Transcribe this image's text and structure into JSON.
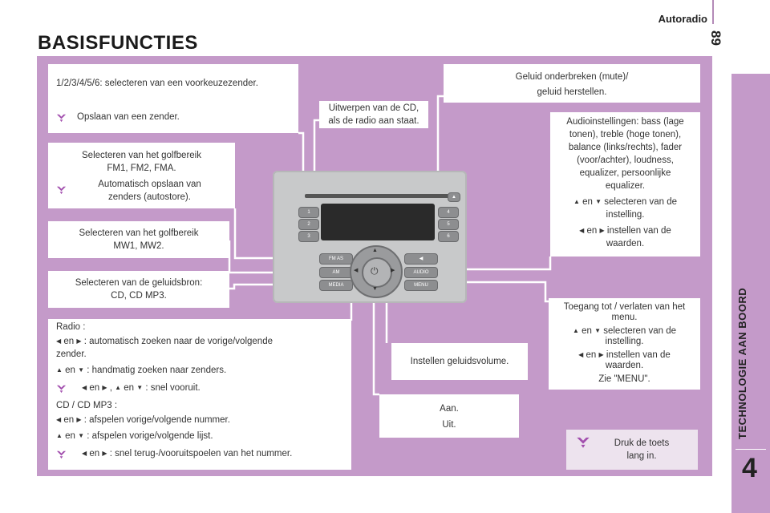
{
  "header": {
    "section": "Autoradio",
    "page_number": "89"
  },
  "title": "BASISFUNCTIES",
  "sidebar": {
    "label": "TECHNOLOGIE AAN BOORD",
    "chapter": "4"
  },
  "presets": {
    "line": "1/2/3/4/5/6: selecteren van een voorkeuzezender.",
    "tip": "Opslaan van een zender."
  },
  "eject": {
    "line1": "Uitwerpen van de CD,",
    "line2": "als de radio aan staat."
  },
  "fm": {
    "line1": "Selecteren van het golfbereik",
    "line2": "FM1, FM2, FMA.",
    "tip1": "Automatisch opslaan van",
    "tip2": "zenders (autostore)."
  },
  "am": {
    "line1": "Selecteren van het golfbereik",
    "line2": "MW1, MW2."
  },
  "media": {
    "line1": "Selecteren van de geluidsbron:",
    "line2": "CD, CD MP3."
  },
  "radio_help": {
    "radio": "Radio :",
    "left_right": ": automatisch zoeken naar de vorige/volgende",
    "left_right_2": "zender.",
    "up_down": ": handmatig zoeken naar zenders.",
    "fast": ": snel vooruit.",
    "cd": "CD / CD MP3 :",
    "cd_lr": ": afspelen vorige/volgende nummer.",
    "cd_ud": ": afspelen vorige/volgende lijst.",
    "cd_tip": ": snel terug-/vooruitspoelen van het nummer.",
    "en": "en"
  },
  "volume": {
    "text": "Instellen geluidsvolume."
  },
  "power": {
    "line1": "Aan.",
    "line2": "Uit."
  },
  "mute": {
    "line1": "Geluid onderbreken (mute)/",
    "line2": "geluid herstellen."
  },
  "audio": {
    "lines": [
      "Audioinstellingen: bass (lage",
      "tonen), treble (hoge tonen),",
      "balance (links/rechts), fader",
      "(voor/achter), loudness,",
      "equalizer, persoonlijke",
      "equalizer."
    ],
    "ud1": "selecteren van de",
    "ud2": "instelling.",
    "lr1": "instellen van de",
    "lr2": "waarden."
  },
  "menu": {
    "line1": "Toegang tot / verlaten van het",
    "line2": "menu.",
    "ud1": "selecteren van de",
    "ud2": "instelling.",
    "lr1": "instellen van de",
    "lr2": "waarden.",
    "see": "Zie \"MENU\"."
  },
  "press": {
    "line1": "Druk de toets",
    "line2": "lang in."
  },
  "radio_buttons": {
    "presets": [
      "1",
      "2",
      "3",
      "4",
      "5",
      "6"
    ],
    "fm": "FM AS",
    "am": "AM",
    "media": "MEDIA",
    "audio": "AUDIO",
    "menu": "MENU"
  },
  "colors": {
    "accent": "#c49ac9",
    "line": "#ffffff",
    "panel": "#ffffff"
  }
}
